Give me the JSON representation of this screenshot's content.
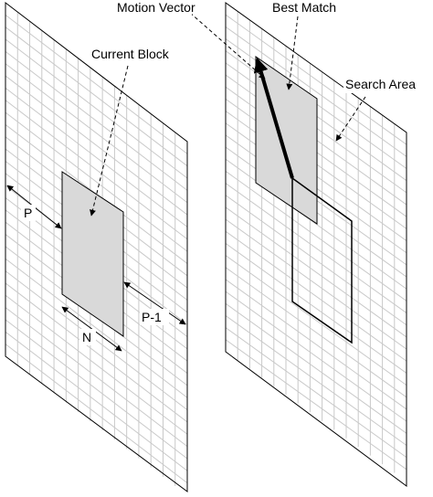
{
  "labels": {
    "motion_vector": "Motion Vector",
    "best_match": "Best Match",
    "search_area": "Search Area",
    "current_block": "Current Block",
    "p": "P",
    "p_minus_1": "P-1",
    "n": "N"
  },
  "colors": {
    "grid_line": "#c9c9c9",
    "frame_border": "#000000",
    "block_fill": "#d9d9d9",
    "arrow": "#000000",
    "background": "#ffffff"
  }
}
